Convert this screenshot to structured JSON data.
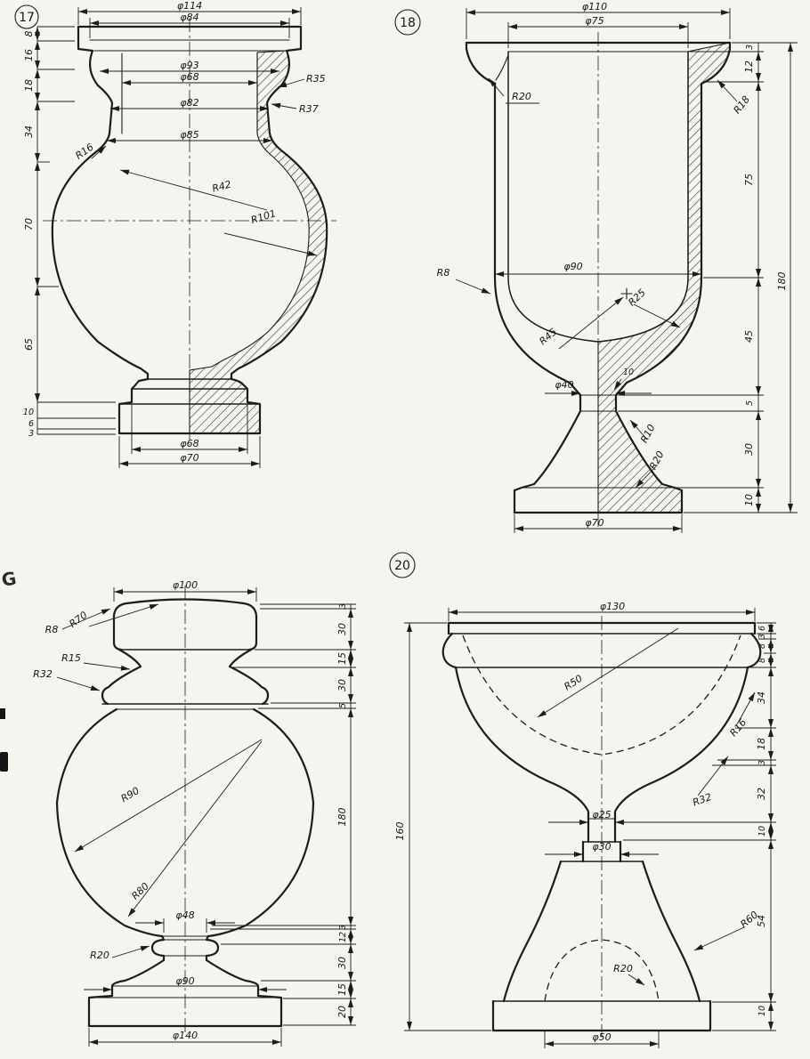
{
  "sheet": {
    "background": "#f6f4ee",
    "ink": "#1c1c1c"
  },
  "fig17": {
    "number": "17",
    "labels": {
      "d114": "φ114",
      "d84": "φ84",
      "d93": "φ93",
      "d68top": "φ68",
      "d82": "φ82",
      "d85": "φ85",
      "r35": "R35",
      "r37": "R37",
      "r16": "R16",
      "r42": "R42",
      "r101": "R101",
      "d68bot": "φ68",
      "d70": "φ70"
    },
    "chain": [
      "8",
      "16",
      "18",
      "34",
      "70",
      "65",
      "10",
      "6",
      "3"
    ]
  },
  "fig18": {
    "number": "18",
    "labels": {
      "d110": "φ110",
      "d75": "φ75",
      "r20top": "R20",
      "r18": "R18",
      "d90": "φ90",
      "r8": "R8",
      "r25": "R25",
      "r45": "R45",
      "n10": "10",
      "d40": "φ40",
      "r10": "R10",
      "r20bot": "R20",
      "d70": "φ70",
      "h180": "180"
    },
    "chain": [
      "3",
      "12",
      "75",
      "45",
      "5",
      "30",
      "10"
    ]
  },
  "fig19": {
    "labels": {
      "d100": "φ100",
      "r8": "R8",
      "r70": "R70",
      "r15": "R15",
      "r32": "R32",
      "r90": "R90",
      "r80": "R80",
      "d48": "φ48",
      "r20": "R20",
      "d90": "φ90",
      "d140": "φ140"
    },
    "chain": [
      "3",
      "30",
      "15",
      "30",
      "5",
      "180",
      "3",
      "12",
      "30",
      "15",
      "20"
    ]
  },
  "fig20": {
    "number": "20",
    "labels": {
      "d130": "φ130",
      "r50": "R50",
      "r16": "R16",
      "r32": "R32",
      "d25": "φ25",
      "d30": "φ30",
      "r60": "R60",
      "r20": "R20",
      "d50": "φ50",
      "h160": "160"
    },
    "chain": [
      "6",
      "3",
      "8",
      "8",
      "34",
      "18",
      "3",
      "32",
      "10",
      "54",
      "10"
    ]
  },
  "artifacts": {
    "g": "G"
  }
}
